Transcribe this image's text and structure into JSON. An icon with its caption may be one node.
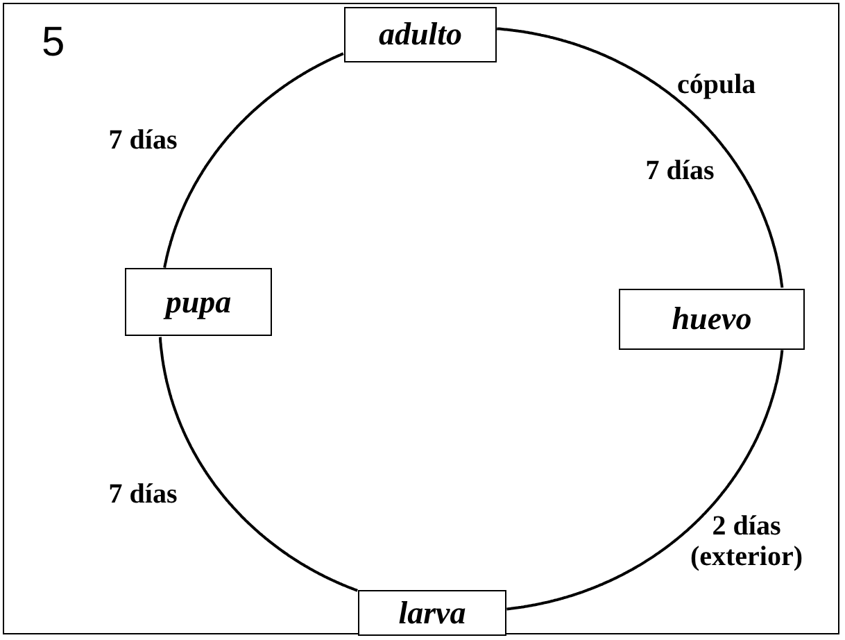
{
  "diagram": {
    "nodes": [
      {
        "text": [
          "adulto"
        ]
      },
      {
        "text": [
          "huevo"
        ]
      },
      {
        "text": [
          "larva"
        ]
      },
      {
        "text": [
          "pupa"
        ]
      }
    ],
    "edges": [
      {
        "from": 0,
        "to": 1,
        "arrow": "none",
        "label": "7 días"
      },
      {
        "from": 1,
        "to": 2,
        "arrow": "none",
        "label": "2 días (exterior)"
      },
      {
        "from": 2,
        "to": 3,
        "arrow": "none",
        "label": "7 días"
      },
      {
        "from": 3,
        "to": 0,
        "arrow": "none",
        "label": "7 días"
      }
    ],
    "labels": [
      "5",
      "cópula"
    ]
  }
}
